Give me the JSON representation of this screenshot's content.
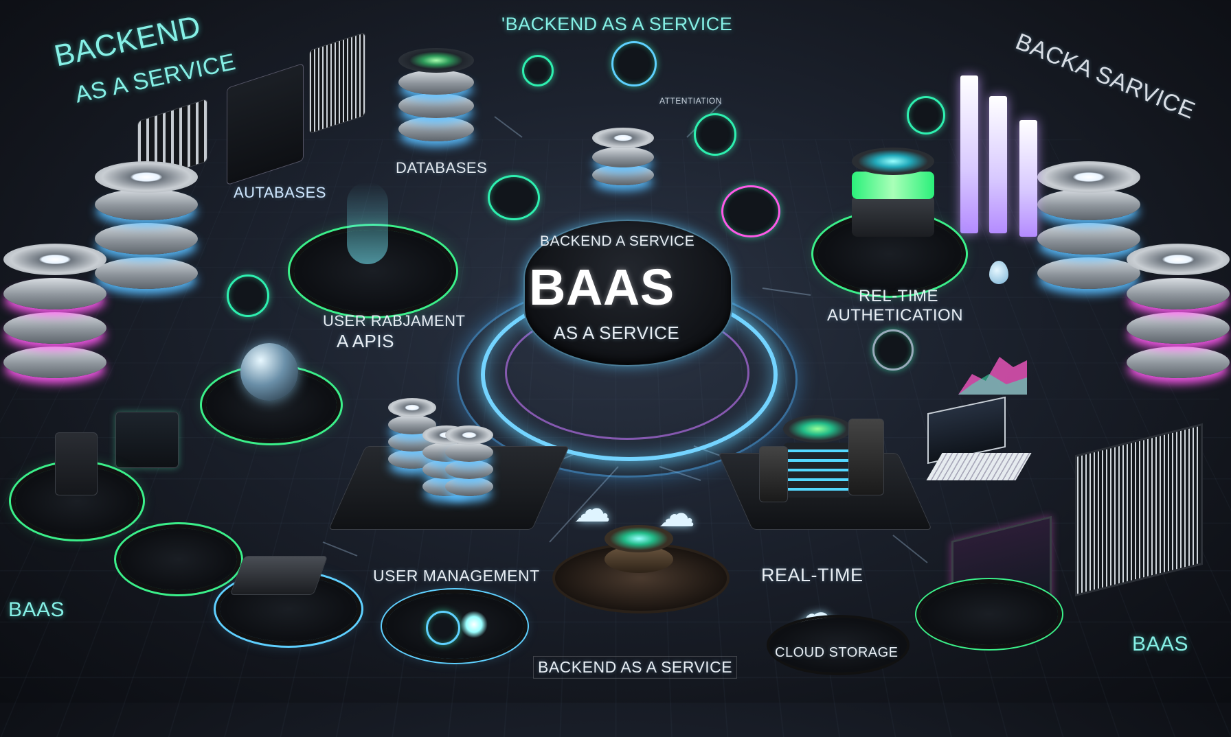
{
  "labels": {
    "top_left_line1": "BACKEND",
    "top_left_line2": "AS A SERVICE",
    "top_center": "'BACKEND AS A SERVICE",
    "top_right": "BACKA SARVICE",
    "small_attr": "ATTENTIATION",
    "databases_left": "AUTABASES",
    "databases_center": "DATABASES",
    "hub_top": "BACKEND A SERVICE",
    "hub_main": "BAAS",
    "hub_sub": "AS A SERVICE",
    "user_rab_line1": "USER RABJAMENT",
    "user_rab_line2": "A APIS",
    "real_time_auth_line1": "REL-TIME",
    "real_time_auth_line2": "AUTHETICATION",
    "user_management": "USER MANAGEMENT",
    "real_time": "REAL-TIME",
    "cloud_storage": "CLOUD STORAGE",
    "bottom_left": "BAAS",
    "bottom_right": "BAAS",
    "bottom_center": "BACKEND AS A SERVICE"
  },
  "icons": [
    "database-icon",
    "cloud-icon",
    "laptop-icon",
    "monitor-icon",
    "globe-icon",
    "server-icon",
    "chart-icon",
    "droplet-icon"
  ],
  "colors": {
    "accent_cyan": "#5fd0ff",
    "accent_green": "#35f0a0",
    "accent_pink": "#ff5ae8",
    "text_teal": "#86f0e6"
  }
}
